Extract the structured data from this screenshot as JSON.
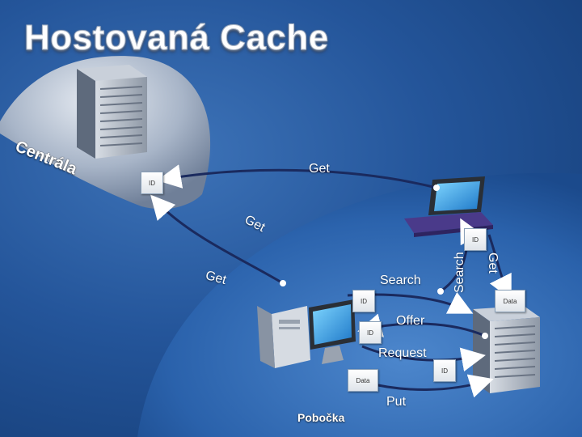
{
  "title": "Hostovaná Cache",
  "zones": {
    "central": "Centrála",
    "branch": "Pobočka"
  },
  "edges": {
    "get_top": "Get",
    "get_mid": "Get",
    "get_left": "Get",
    "get_right": "Get",
    "search_vertical": "Search",
    "search_horizontal": "Search",
    "offer": "Offer",
    "request": "Request",
    "put": "Put"
  },
  "badges": {
    "id_1": "ID",
    "id_2": "ID",
    "id_3": "ID",
    "id_4": "ID",
    "id_5": "ID",
    "data_1": "Data",
    "data_2": "Data"
  },
  "colors": {
    "background": "#24559a",
    "dome": "#9aa8bd",
    "arrow": "#1a2a5e",
    "text": "#ffffff"
  }
}
